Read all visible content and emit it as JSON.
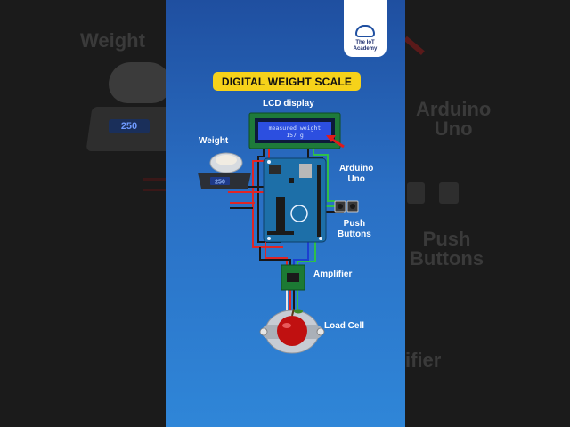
{
  "title": "DIGITAL WEIGHT SCALE",
  "logo_text": "The IoT\nAcademy",
  "labels": {
    "lcd": "LCD display",
    "weight": "Weight",
    "arduino": "Arduino\nUno",
    "push": "Push\nButtons",
    "amplifier": "Amplifier",
    "load_cell": "Load Cell"
  },
  "lcd_screen": {
    "line1": "measured weight",
    "line2": "157 g"
  },
  "scale_display": "250",
  "background_left": {
    "word": "Weight",
    "scale_display": "250"
  },
  "background_right": {
    "arduino": "Arduino\nUno",
    "push": "Push\nButtons",
    "partial": "ifier"
  },
  "colors": {
    "title_bg": "#f6d21a",
    "panel_top": "#1f4fa0",
    "panel_bottom": "#2f86d8",
    "arrow": "#e01b1b"
  }
}
